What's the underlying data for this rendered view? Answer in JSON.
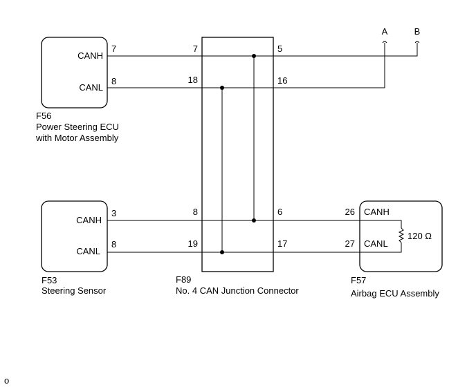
{
  "terminals": {
    "a": "A",
    "b": "B"
  },
  "f56": {
    "code": "F56",
    "name_line1": "Power Steering ECU",
    "name_line2": "with Motor Assembly",
    "canh": "CANH",
    "canl": "CANL",
    "canh_pin": "7",
    "canl_pin": "8"
  },
  "f53": {
    "code": "F53",
    "name": "Steering Sensor",
    "canh": "CANH",
    "canl": "CANL",
    "canh_pin": "3",
    "canl_pin": "8"
  },
  "f89": {
    "code": "F89",
    "name": "No. 4 CAN Junction Connector",
    "pins_left": [
      "7",
      "18",
      "8",
      "19"
    ],
    "pins_right": [
      "5",
      "16",
      "6",
      "17"
    ]
  },
  "f57": {
    "code": "F57",
    "name": "Airbag ECU Assembly",
    "canh": "CANH",
    "canl": "CANL",
    "canh_pin": "26",
    "canl_pin": "27",
    "resistor": "120 Ω"
  },
  "footer_mark": "o"
}
